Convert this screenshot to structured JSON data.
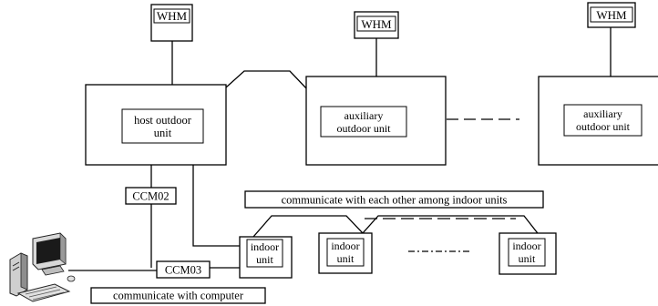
{
  "whm": {
    "left": "WHM",
    "middle": "WHM",
    "right": "WHM"
  },
  "host_unit": {
    "line1": "host outdoor",
    "line2": "unit"
  },
  "aux_unit_1": {
    "line1": "auxiliary",
    "line2": "outdoor unit"
  },
  "aux_unit_2": {
    "line1": "auxiliary",
    "line2": "outdoor unit"
  },
  "ccm02": "CCM02",
  "ccm03": "CCM03",
  "indoor_label": "communicate with each other among indoor units",
  "indoor_unit_1": {
    "line1": "indoor",
    "line2": "unit"
  },
  "indoor_unit_2": {
    "line1": "indoor",
    "line2": "unit"
  },
  "indoor_unit_3": {
    "line1": "indoor",
    "line2": "unit"
  },
  "computer_label": "communicate with computer",
  "icons": {
    "computer": "desktop-computer-icon"
  }
}
